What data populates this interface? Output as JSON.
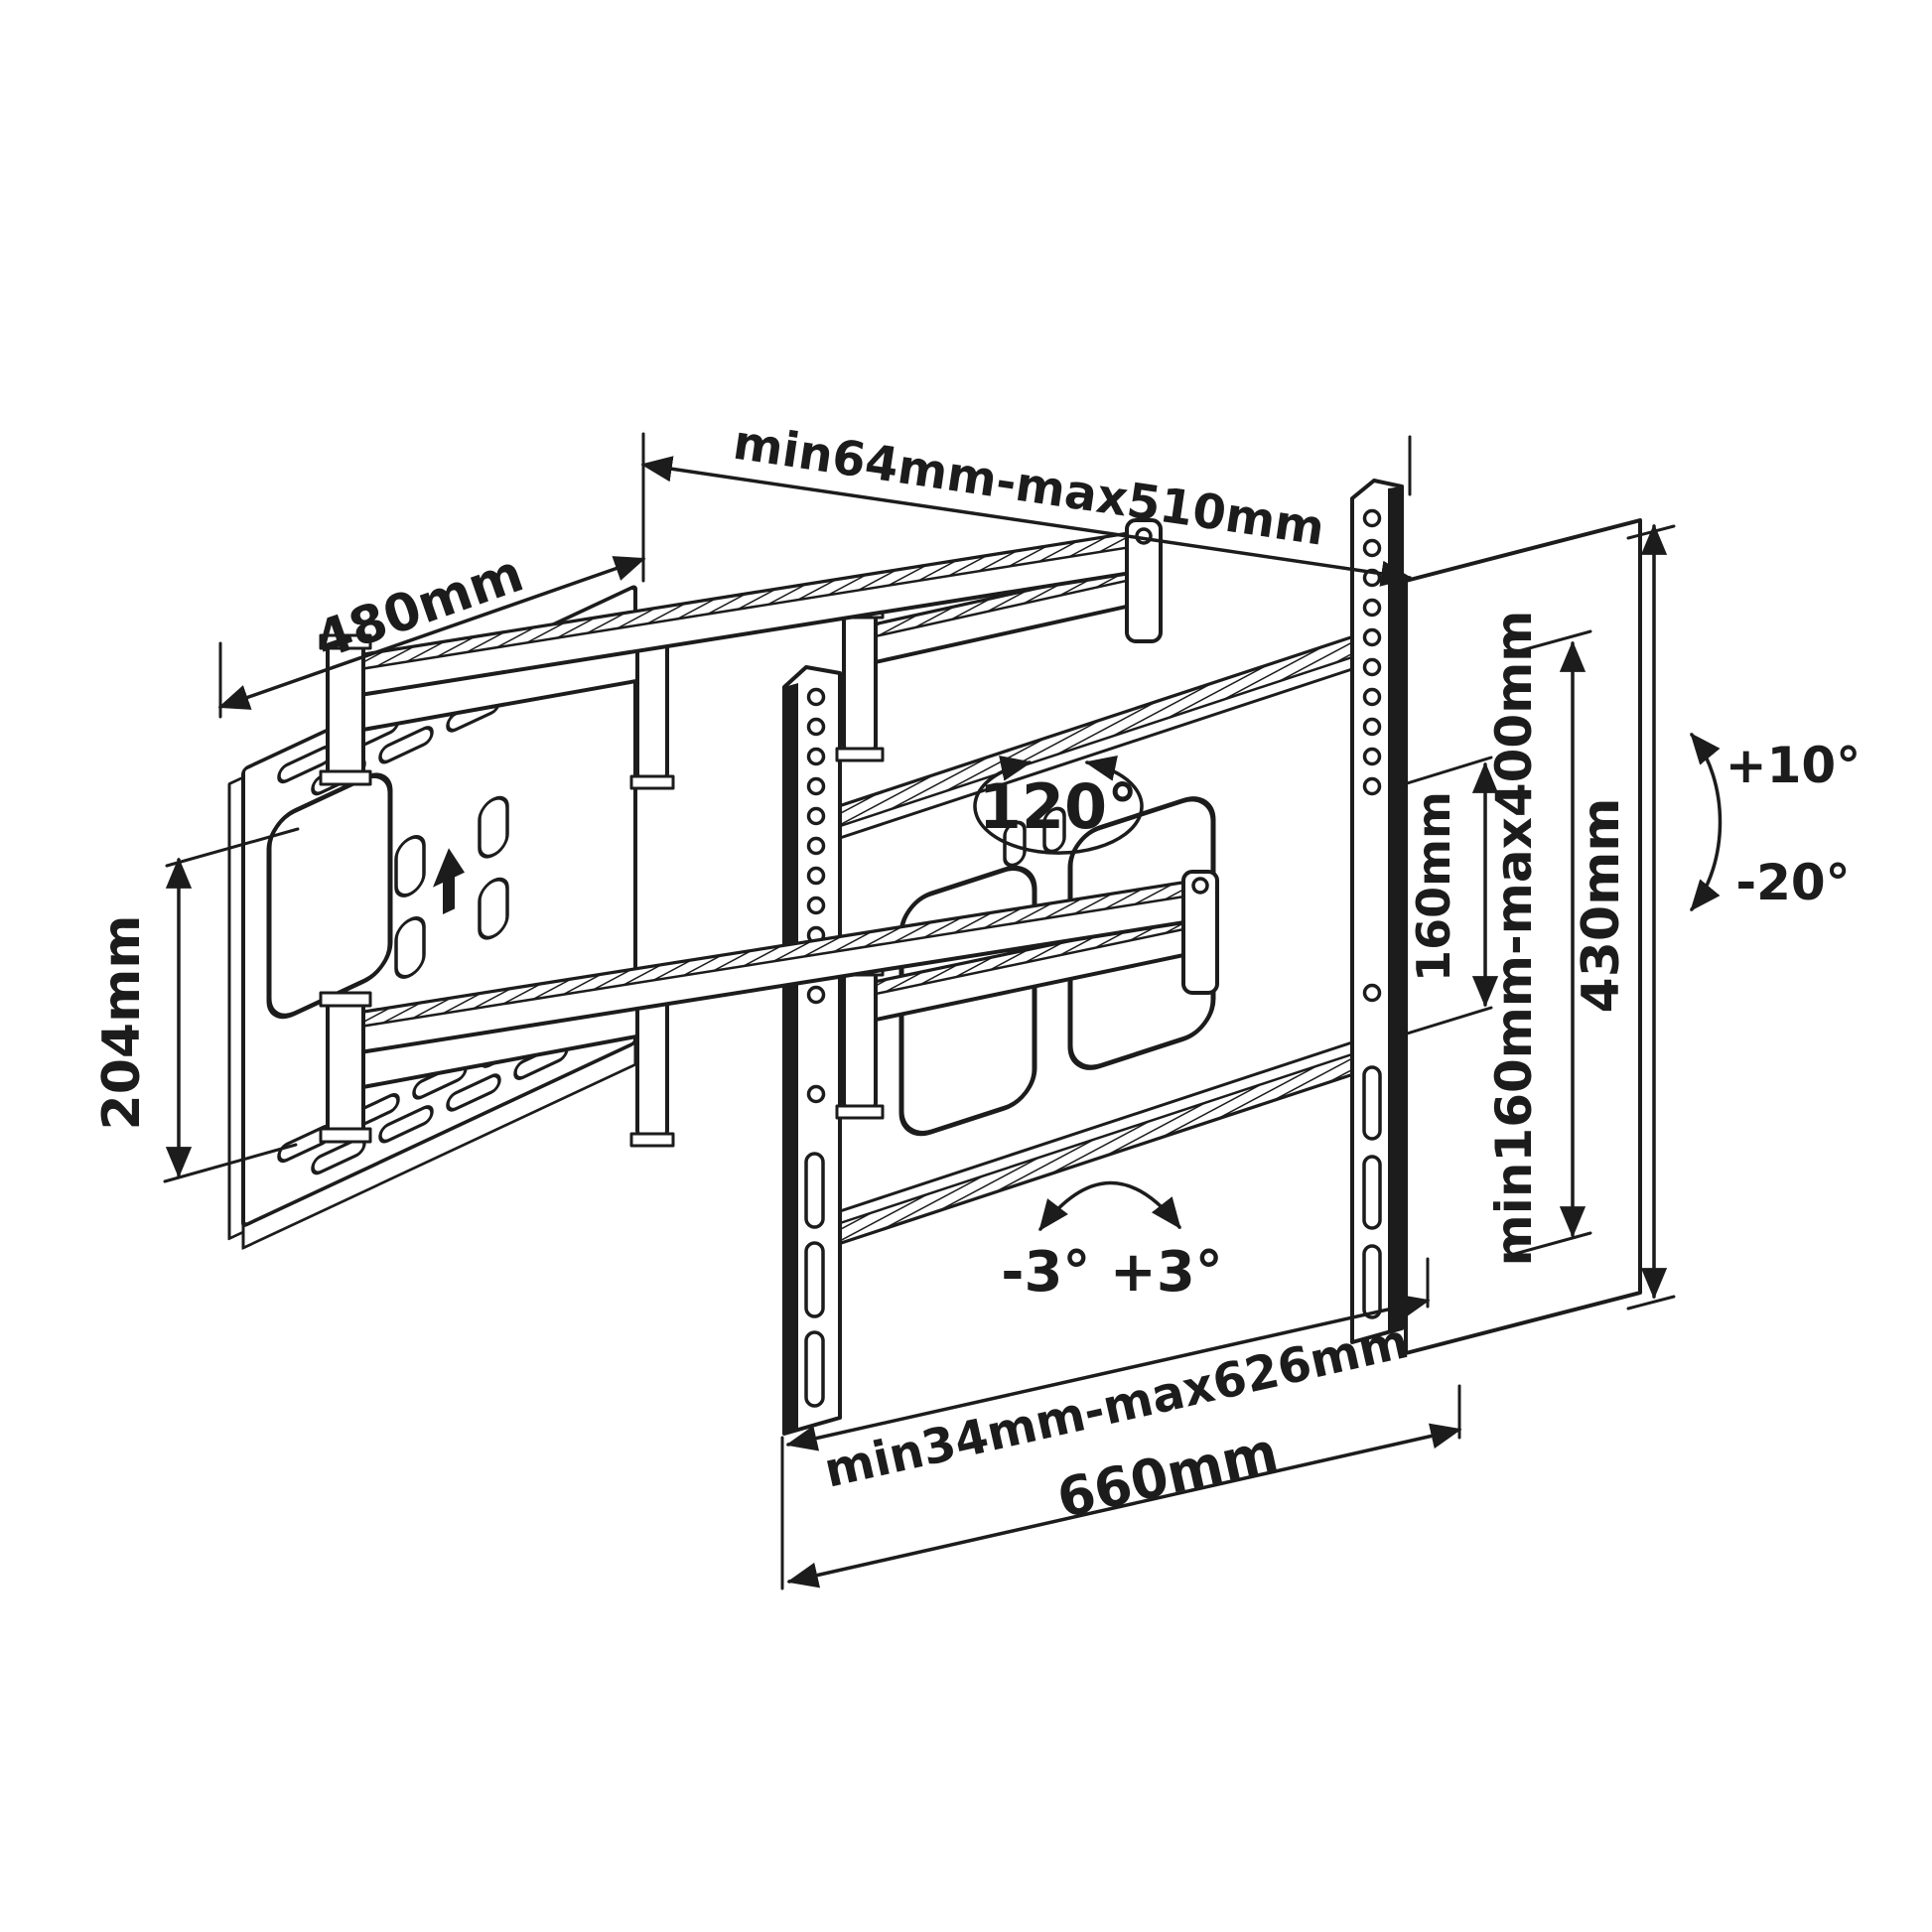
{
  "diagram": {
    "title": "Articulating TV wall mount bracket — isometric dimension drawing",
    "type": "technical-line-drawing",
    "colors": {
      "background": "#ffffff",
      "line": "#1c1c1c"
    },
    "labels": {
      "extension_range": "min64mm-max510mm",
      "wall_plate_width": "480mm",
      "wall_plate_height": "204mm",
      "swivel_angle": "120°",
      "hole_spacing": "160mm",
      "vesa_vertical_range": "min160mm-max400mm",
      "bracket_height": "430mm",
      "tilt_up": "+10°",
      "tilt_down": "-20°",
      "level_adjustment": "-3° +3°",
      "horizontal_adjust_range": "min34mm-max626mm",
      "bracket_width": "660mm"
    }
  }
}
